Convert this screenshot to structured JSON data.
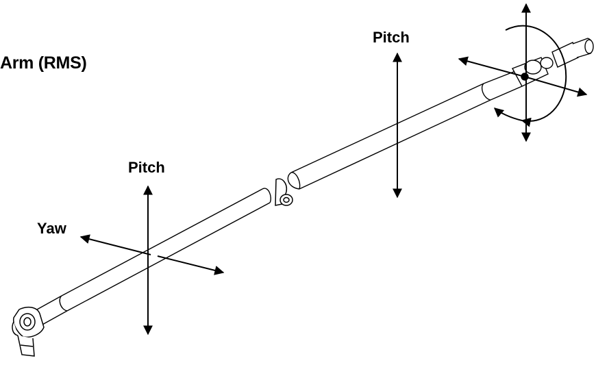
{
  "diagram": {
    "title": "Arm (RMS)",
    "labels": {
      "pitch_upper": "Pitch",
      "pitch_lower": "Pitch",
      "yaw": "Yaw"
    },
    "colors": {
      "ink": "#000000",
      "paper": "#ffffff"
    }
  }
}
